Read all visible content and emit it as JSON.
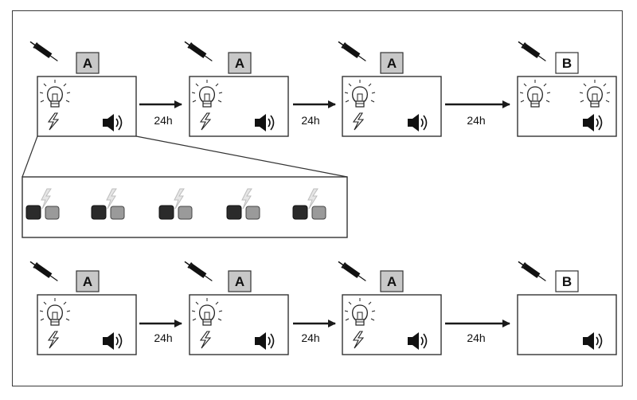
{
  "diagram": {
    "delay_label": "24h",
    "rows": [
      {
        "name": "top-protocol",
        "sessions": [
          {
            "context": "A",
            "light": true,
            "shock": true,
            "tone": true,
            "second_light": false
          },
          {
            "context": "A",
            "light": true,
            "shock": true,
            "tone": true,
            "second_light": false
          },
          {
            "context": "A",
            "light": true,
            "shock": true,
            "tone": true,
            "second_light": false
          },
          {
            "context": "B",
            "light": true,
            "shock": false,
            "tone": true,
            "second_light": true
          }
        ]
      },
      {
        "name": "bottom-protocol",
        "sessions": [
          {
            "context": "A",
            "light": true,
            "shock": true,
            "tone": true,
            "second_light": false
          },
          {
            "context": "A",
            "light": true,
            "shock": true,
            "tone": true,
            "second_light": false
          },
          {
            "context": "A",
            "light": true,
            "shock": true,
            "tone": true,
            "second_light": false
          },
          {
            "context": "B",
            "light": false,
            "shock": false,
            "tone": true,
            "second_light": false
          }
        ]
      }
    ],
    "zoom_trials": 5,
    "colors": {
      "context_a_fill": "#c8c8c8",
      "context_b_fill": "#ffffff",
      "box_stroke": "#333333",
      "dark_block": "#2b2b2b",
      "light_block": "#9a9a9a"
    }
  }
}
